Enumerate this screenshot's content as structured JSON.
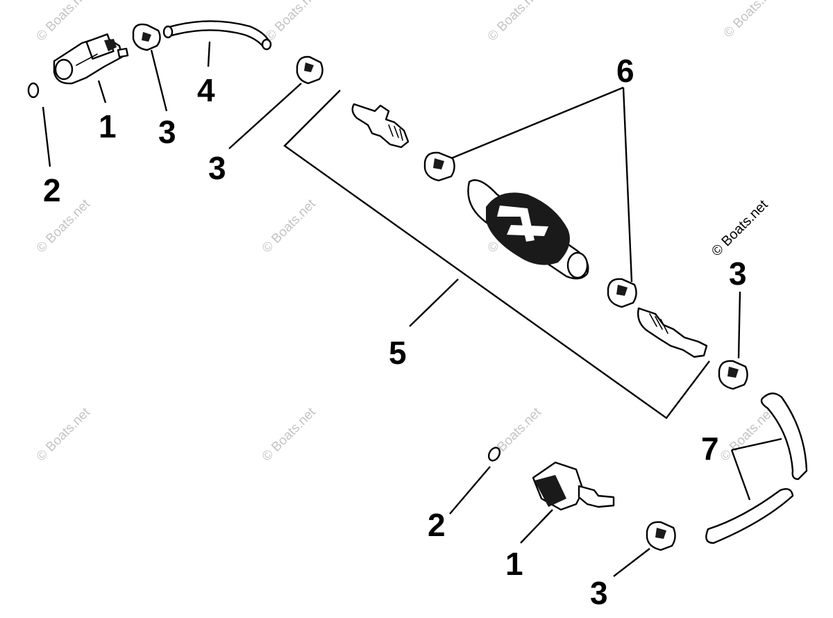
{
  "diagram": {
    "callouts": {
      "c1_top": "1",
      "c2_top": "2",
      "c3_top_a": "3",
      "c3_top_b": "3",
      "c4": "4",
      "c5": "5",
      "c6": "6",
      "c3_right": "3",
      "c7": "7",
      "c2_bottom": "2",
      "c1_bottom": "1",
      "c3_bottom": "3"
    },
    "watermark": "© Boats.net"
  }
}
